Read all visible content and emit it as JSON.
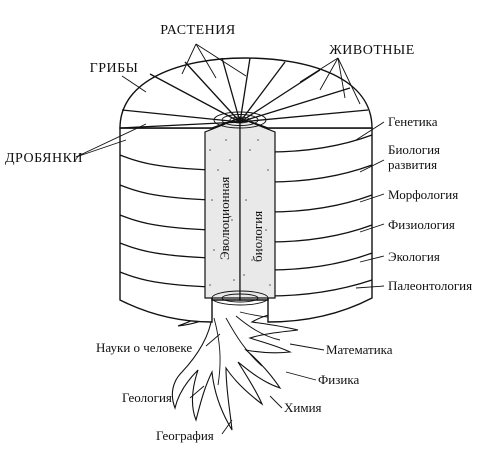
{
  "kingdoms": {
    "plants": "РАСТЕНИЯ",
    "animals": "ЖИВОТНЫЕ",
    "fungi": "ГРИБЫ",
    "bacteria": "ДРОБЯНКИ"
  },
  "core": {
    "left": "Эволюционная",
    "right": "биология"
  },
  "layers": [
    {
      "label": "Генетика"
    },
    {
      "label": "Биология развития"
    },
    {
      "label": "Морфология"
    },
    {
      "label": "Физиология"
    },
    {
      "label": "Экология"
    },
    {
      "label": "Палеонтология"
    }
  ],
  "roots": {
    "human": "Науки о человеке",
    "math": "Математика",
    "geology": "Геология",
    "physics": "Физика",
    "chemistry": "Химия",
    "geography": "География"
  }
}
